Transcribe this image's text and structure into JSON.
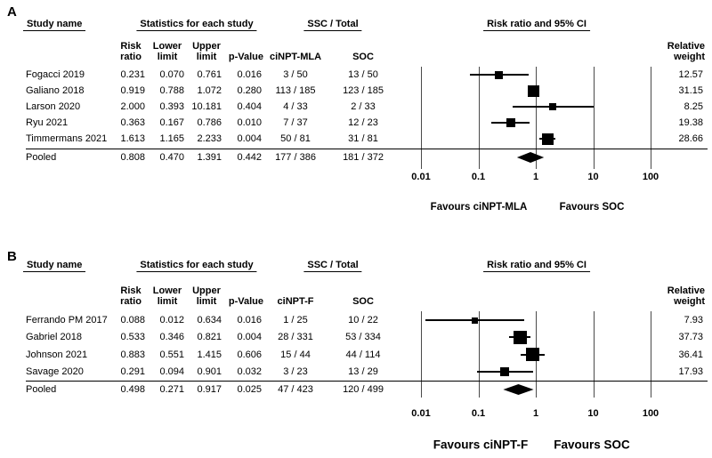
{
  "colors": {
    "marker": "#000000",
    "gridline": "#4a4a4a",
    "text": "#000000",
    "background": "#ffffff"
  },
  "chart_data": [
    {
      "panel": "A",
      "type": "forest",
      "title": "Risk ratio and 95% CI",
      "column_headers": {
        "study": "Study name",
        "stats_group": "Statistics for each study",
        "events_group": "SSC / Total",
        "risk_ratio": [
          "Risk",
          "ratio"
        ],
        "lower": [
          "Lower",
          "limit"
        ],
        "upper": [
          "Upper",
          "limit"
        ],
        "p_value": "p-Value",
        "treatment": "ciNPT-MLA",
        "control": "SOC",
        "weight": [
          "Relative",
          "weight"
        ]
      },
      "x_axis": {
        "scale": "log",
        "ticks": [
          0.01,
          0.1,
          1,
          10,
          100
        ],
        "tick_labels": [
          "0.01",
          "0.1",
          "1",
          "10",
          "100"
        ]
      },
      "favours_left": "Favours ciNPT-MLA",
      "favours_right": "Favours SOC",
      "studies": [
        {
          "name": "Fogacci 2019",
          "risk_ratio": "0.231",
          "lower": "0.070",
          "upper": "0.761",
          "p_value": "0.016",
          "treatment_events": "3 / 50",
          "control_events": "13 / 50",
          "relative_weight": "12.57"
        },
        {
          "name": "Galiano 2018",
          "risk_ratio": "0.919",
          "lower": "0.788",
          "upper": "1.072",
          "p_value": "0.280",
          "treatment_events": "113 / 185",
          "control_events": "123 / 185",
          "relative_weight": "31.15"
        },
        {
          "name": "Larson 2020",
          "risk_ratio": "2.000",
          "lower": "0.393",
          "upper": "10.181",
          "p_value": "0.404",
          "treatment_events": "4 / 33",
          "control_events": "2 / 33",
          "relative_weight": "8.25"
        },
        {
          "name": "Ryu 2021",
          "risk_ratio": "0.363",
          "lower": "0.167",
          "upper": "0.786",
          "p_value": "0.010",
          "treatment_events": "7 / 37",
          "control_events": "12 / 23",
          "relative_weight": "19.38"
        },
        {
          "name": "Timmermans 2021",
          "risk_ratio": "1.613",
          "lower": "1.165",
          "upper": "2.233",
          "p_value": "0.004",
          "treatment_events": "50 / 81",
          "control_events": "31 / 81",
          "relative_weight": "28.66"
        }
      ],
      "pooled": {
        "name": "Pooled",
        "risk_ratio": "0.808",
        "lower": "0.470",
        "upper": "1.391",
        "p_value": "0.442",
        "treatment_events": "177 / 386",
        "control_events": "181 / 372"
      }
    },
    {
      "panel": "B",
      "type": "forest",
      "title": "Risk ratio and 95% CI",
      "column_headers": {
        "study": "Study name",
        "stats_group": "Statistics for each study",
        "events_group": "SSC / Total",
        "risk_ratio": [
          "Risk",
          "ratio"
        ],
        "lower": [
          "Lower",
          "limit"
        ],
        "upper": [
          "Upper",
          "limit"
        ],
        "p_value": "p-Value",
        "treatment": "ciNPT-F",
        "control": "SOC",
        "weight": [
          "Relative",
          "weight"
        ]
      },
      "x_axis": {
        "scale": "log",
        "ticks": [
          0.01,
          0.1,
          1,
          10,
          100
        ],
        "tick_labels": [
          "0.01",
          "0.1",
          "1",
          "10",
          "100"
        ]
      },
      "favours_left": "Favours ciNPT-F",
      "favours_right": "Favours SOC",
      "studies": [
        {
          "name": "Ferrando PM 2017",
          "risk_ratio": "0.088",
          "lower": "0.012",
          "upper": "0.634",
          "p_value": "0.016",
          "treatment_events": "1 / 25",
          "control_events": "10 / 22",
          "relative_weight": "7.93"
        },
        {
          "name": "Gabriel 2018",
          "risk_ratio": "0.533",
          "lower": "0.346",
          "upper": "0.821",
          "p_value": "0.004",
          "treatment_events": "28 / 331",
          "control_events": "53 / 334",
          "relative_weight": "37.73"
        },
        {
          "name": "Johnson 2021",
          "risk_ratio": "0.883",
          "lower": "0.551",
          "upper": "1.415",
          "p_value": "0.606",
          "treatment_events": "15 / 44",
          "control_events": "44 / 114",
          "relative_weight": "36.41"
        },
        {
          "name": "Savage 2020",
          "risk_ratio": "0.291",
          "lower": "0.094",
          "upper": "0.901",
          "p_value": "0.032",
          "treatment_events": "3 / 23",
          "control_events": "13 / 29",
          "relative_weight": "17.93"
        }
      ],
      "pooled": {
        "name": "Pooled",
        "risk_ratio": "0.498",
        "lower": "0.271",
        "upper": "0.917",
        "p_value": "0.025",
        "treatment_events": "47 / 423",
        "control_events": "120 / 499"
      }
    }
  ]
}
